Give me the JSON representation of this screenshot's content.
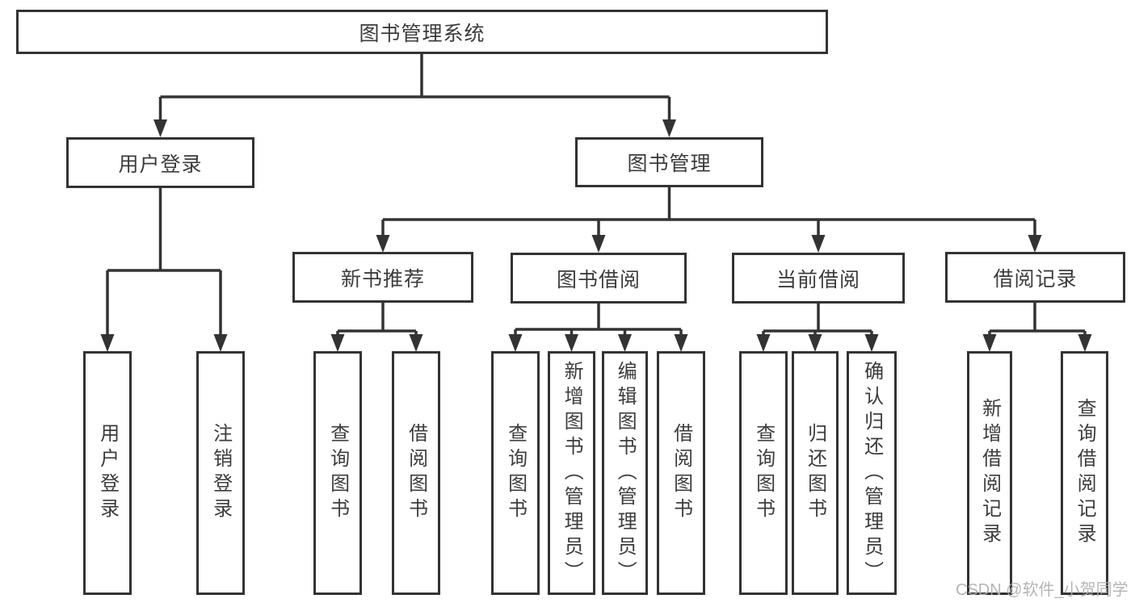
{
  "diagram": {
    "type": "hierarchy-tree",
    "title": "图书管理系统"
  },
  "colors": {
    "line": "#333333",
    "box_border": "#333333",
    "text": "#3c3c3c",
    "background": "#ffffff",
    "watermark": "#afafaf"
  },
  "watermark": {
    "text": "CSDN @软件_小贺同学"
  },
  "tree": {
    "label": "图书管理系统",
    "children": [
      {
        "label": "用户登录",
        "children": [
          {
            "label": "用户登录"
          },
          {
            "label": "注销登录"
          }
        ]
      },
      {
        "label": "图书管理",
        "children": [
          {
            "label": "新书推荐",
            "children": [
              {
                "label": "查询图书"
              },
              {
                "label": "借阅图书"
              }
            ]
          },
          {
            "label": "图书借阅",
            "children": [
              {
                "label": "查询图书"
              },
              {
                "label": "新增图书（管理员）"
              },
              {
                "label": "编辑图书（管理员）"
              },
              {
                "label": "借阅图书"
              }
            ]
          },
          {
            "label": "当前借阅",
            "children": [
              {
                "label": "查询图书"
              },
              {
                "label": "归还图书"
              },
              {
                "label": "确认归还（管理员）"
              }
            ]
          },
          {
            "label": "借阅记录",
            "children": [
              {
                "label": "新增借阅记录"
              },
              {
                "label": "查询借阅记录"
              }
            ]
          }
        ]
      }
    ]
  }
}
